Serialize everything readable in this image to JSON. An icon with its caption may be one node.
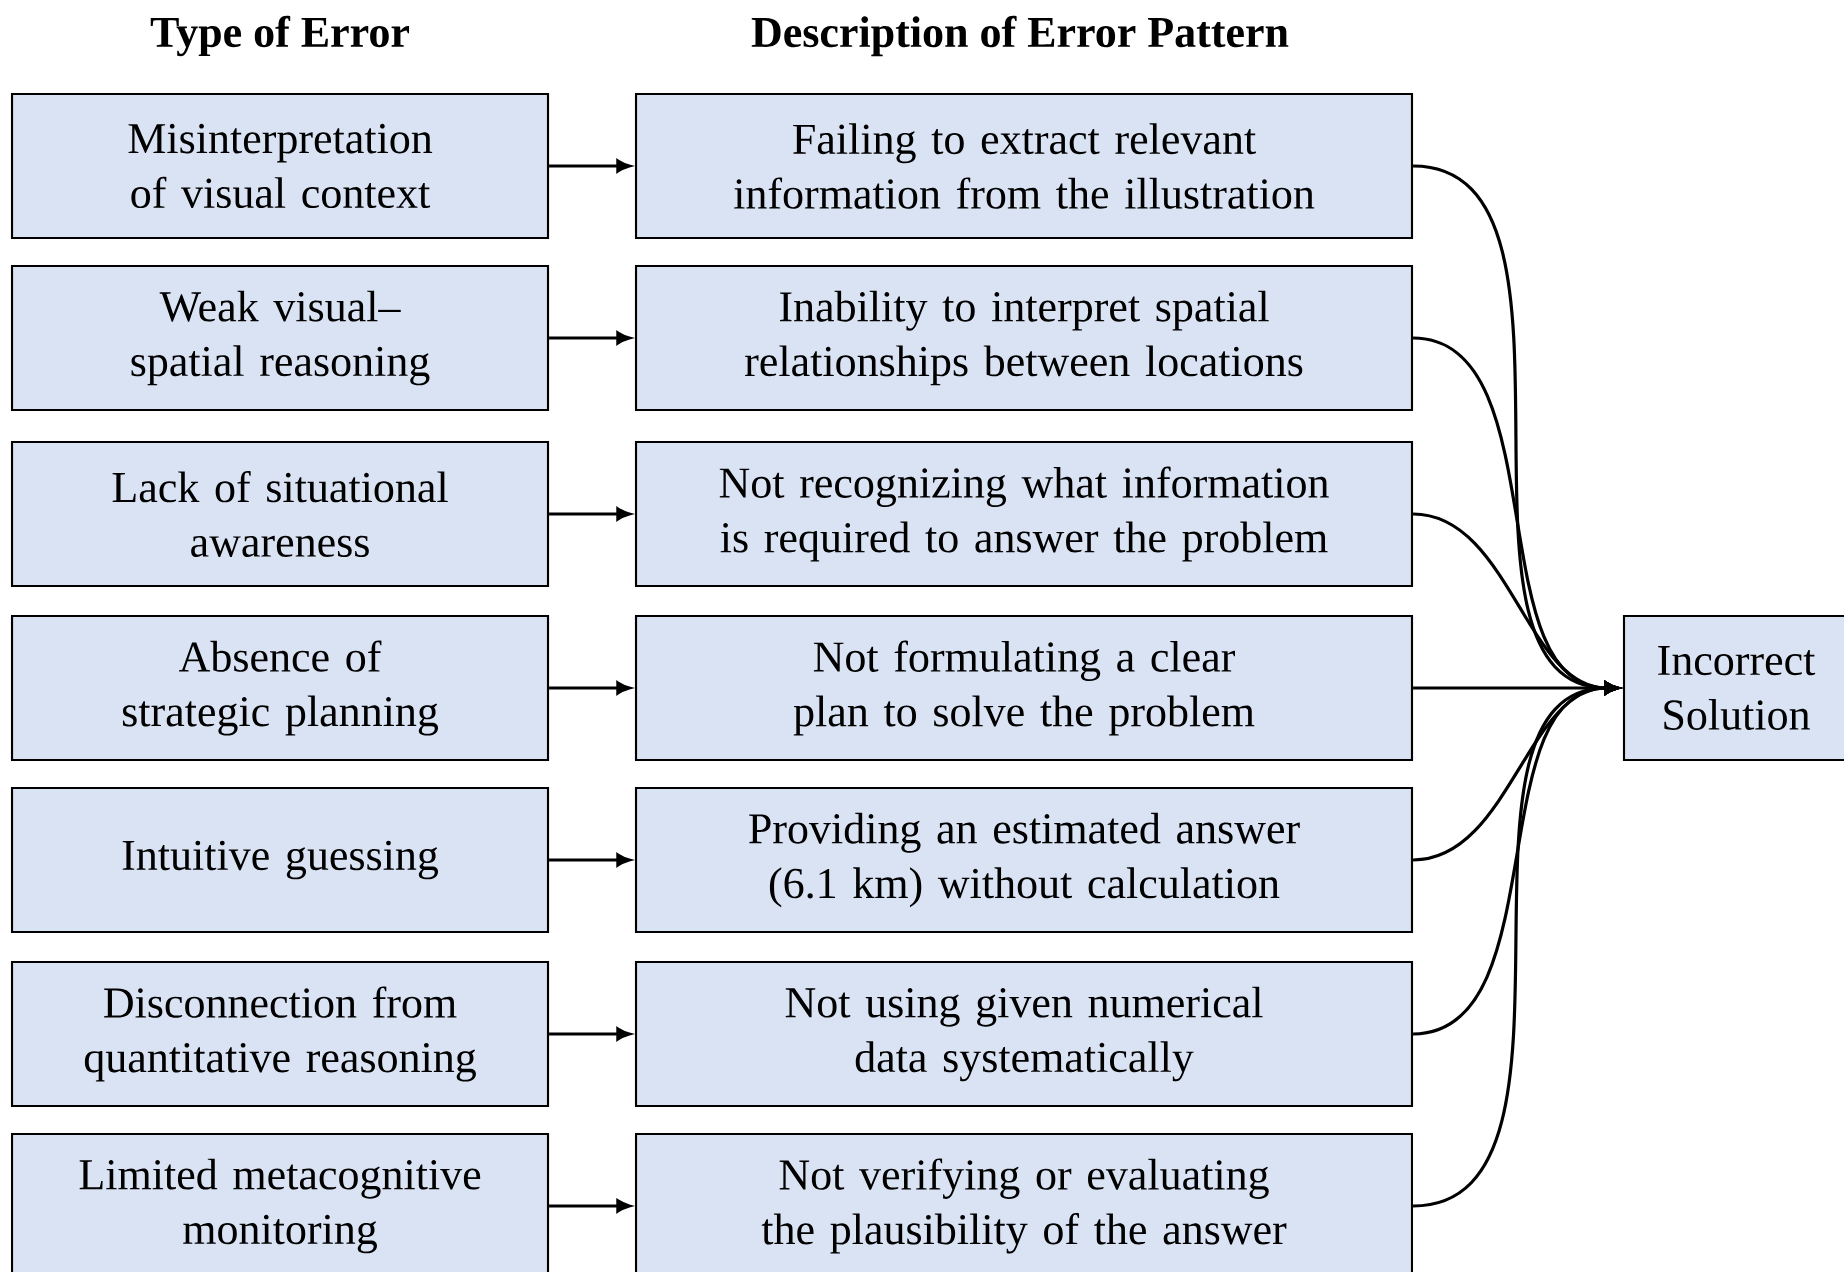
{
  "diagram": {
    "nodes": [
      {
        "text": [
          "Misinterpretation of visual context"
        ]
      },
      {
        "text": [
          "Failing to extract relevant information from the illustration"
        ]
      },
      {
        "text": [
          "Weak visual–spatial reasoning"
        ]
      },
      {
        "text": [
          "Inability to interpret spatial relationships between locations"
        ]
      },
      {
        "text": [
          "Lack of situational awareness"
        ]
      },
      {
        "text": [
          "Not recognizing what information is required to answer the problem"
        ]
      },
      {
        "text": [
          "Absence of strategic planning"
        ]
      },
      {
        "text": [
          "Not formulating a clear plan to solve the problem"
        ]
      },
      {
        "text": [
          "Intuitive guessing"
        ]
      },
      {
        "text": [
          "Providing an estimated answer (6.1 km) without calculation"
        ]
      },
      {
        "text": [
          "Disconnection from quantitative reasoning"
        ]
      },
      {
        "text": [
          "Not using given numerical data systematically"
        ]
      },
      {
        "text": [
          "Limited metacognitive monitoring"
        ]
      },
      {
        "text": [
          "Not verifying or evaluating the plausibility of the answer"
        ]
      },
      {
        "text": [
          "Incorrect Solution"
        ]
      }
    ],
    "edges": [
      {
        "from": 0,
        "to": 1,
        "arrow": "to"
      },
      {
        "from": 2,
        "to": 3,
        "arrow": "to"
      },
      {
        "from": 4,
        "to": 5,
        "arrow": "to"
      },
      {
        "from": 6,
        "to": 7,
        "arrow": "to"
      },
      {
        "from": 8,
        "to": 9,
        "arrow": "to"
      },
      {
        "from": 10,
        "to": 11,
        "arrow": "to"
      },
      {
        "from": 12,
        "to": 13,
        "arrow": "to"
      },
      {
        "from": 1,
        "to": 14,
        "arrow": "to"
      },
      {
        "from": 3,
        "to": 14,
        "arrow": "to"
      },
      {
        "from": 5,
        "to": 14,
        "arrow": "to"
      },
      {
        "from": 7,
        "to": 14,
        "arrow": "to"
      },
      {
        "from": 9,
        "to": 14,
        "arrow": "to"
      },
      {
        "from": 11,
        "to": 14,
        "arrow": "to"
      },
      {
        "from": 13,
        "to": 14,
        "arrow": "to"
      }
    ],
    "labels": [
      "Type of Error",
      "Description of Error Pattern"
    ]
  }
}
